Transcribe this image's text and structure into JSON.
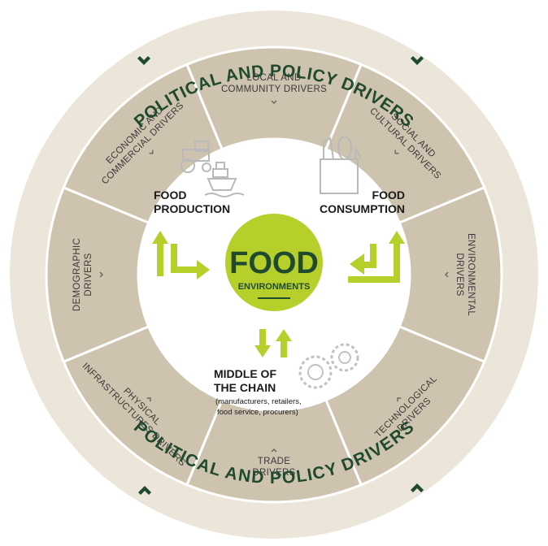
{
  "ring_title_top": "POLITICAL AND POLICY DRIVERS",
  "ring_title_bottom": "POLITICAL AND POLICY DRIVERS",
  "segments": [
    {
      "line1": "LOCAL AND",
      "line2": "COMMUNITY DRIVERS"
    },
    {
      "line1": "SOCIAL AND",
      "line2": "CULTURAL DRIVERS"
    },
    {
      "line1": "ENVIRONMENTAL",
      "line2": "DRIVERS"
    },
    {
      "line1": "TECHNOLOGICAL",
      "line2": "DRIVERS"
    },
    {
      "line1": "TRADE",
      "line2": "DRIVERS"
    },
    {
      "line1": "PHYSICAL",
      "line2": "INFRASTRUCTURES DRIVERS"
    },
    {
      "line1": "DEMOGRAPHIC",
      "line2": "DRIVERS"
    },
    {
      "line1": "ECONOMIC AND",
      "line2": "COMMERCIAL DRIVERS"
    }
  ],
  "center": {
    "line1": "FOOD",
    "line2": "ENVIRONMENTS"
  },
  "production": {
    "line1": "FOOD",
    "line2": "PRODUCTION"
  },
  "consumption": {
    "line1": "FOOD",
    "line2": "CONSUMPTION"
  },
  "middle": {
    "line1": "MIDDLE OF",
    "line2": "THE CHAIN",
    "sub1": "(manufacturers, retailers,",
    "sub2": "food service, procurers)"
  },
  "colors": {
    "outer_ring": "#ece6da",
    "segments": "#cec3af",
    "divider": "#ffffff",
    "green": "#b7cf2a",
    "dark_green": "#1f4a2e",
    "icon_gray": "#b9b9b9"
  },
  "icons": [
    "tractor-icon",
    "ship-icon",
    "grocery-bag-icon",
    "gears-icon",
    "chevron-down-icon",
    "chevron-up-icon"
  ]
}
